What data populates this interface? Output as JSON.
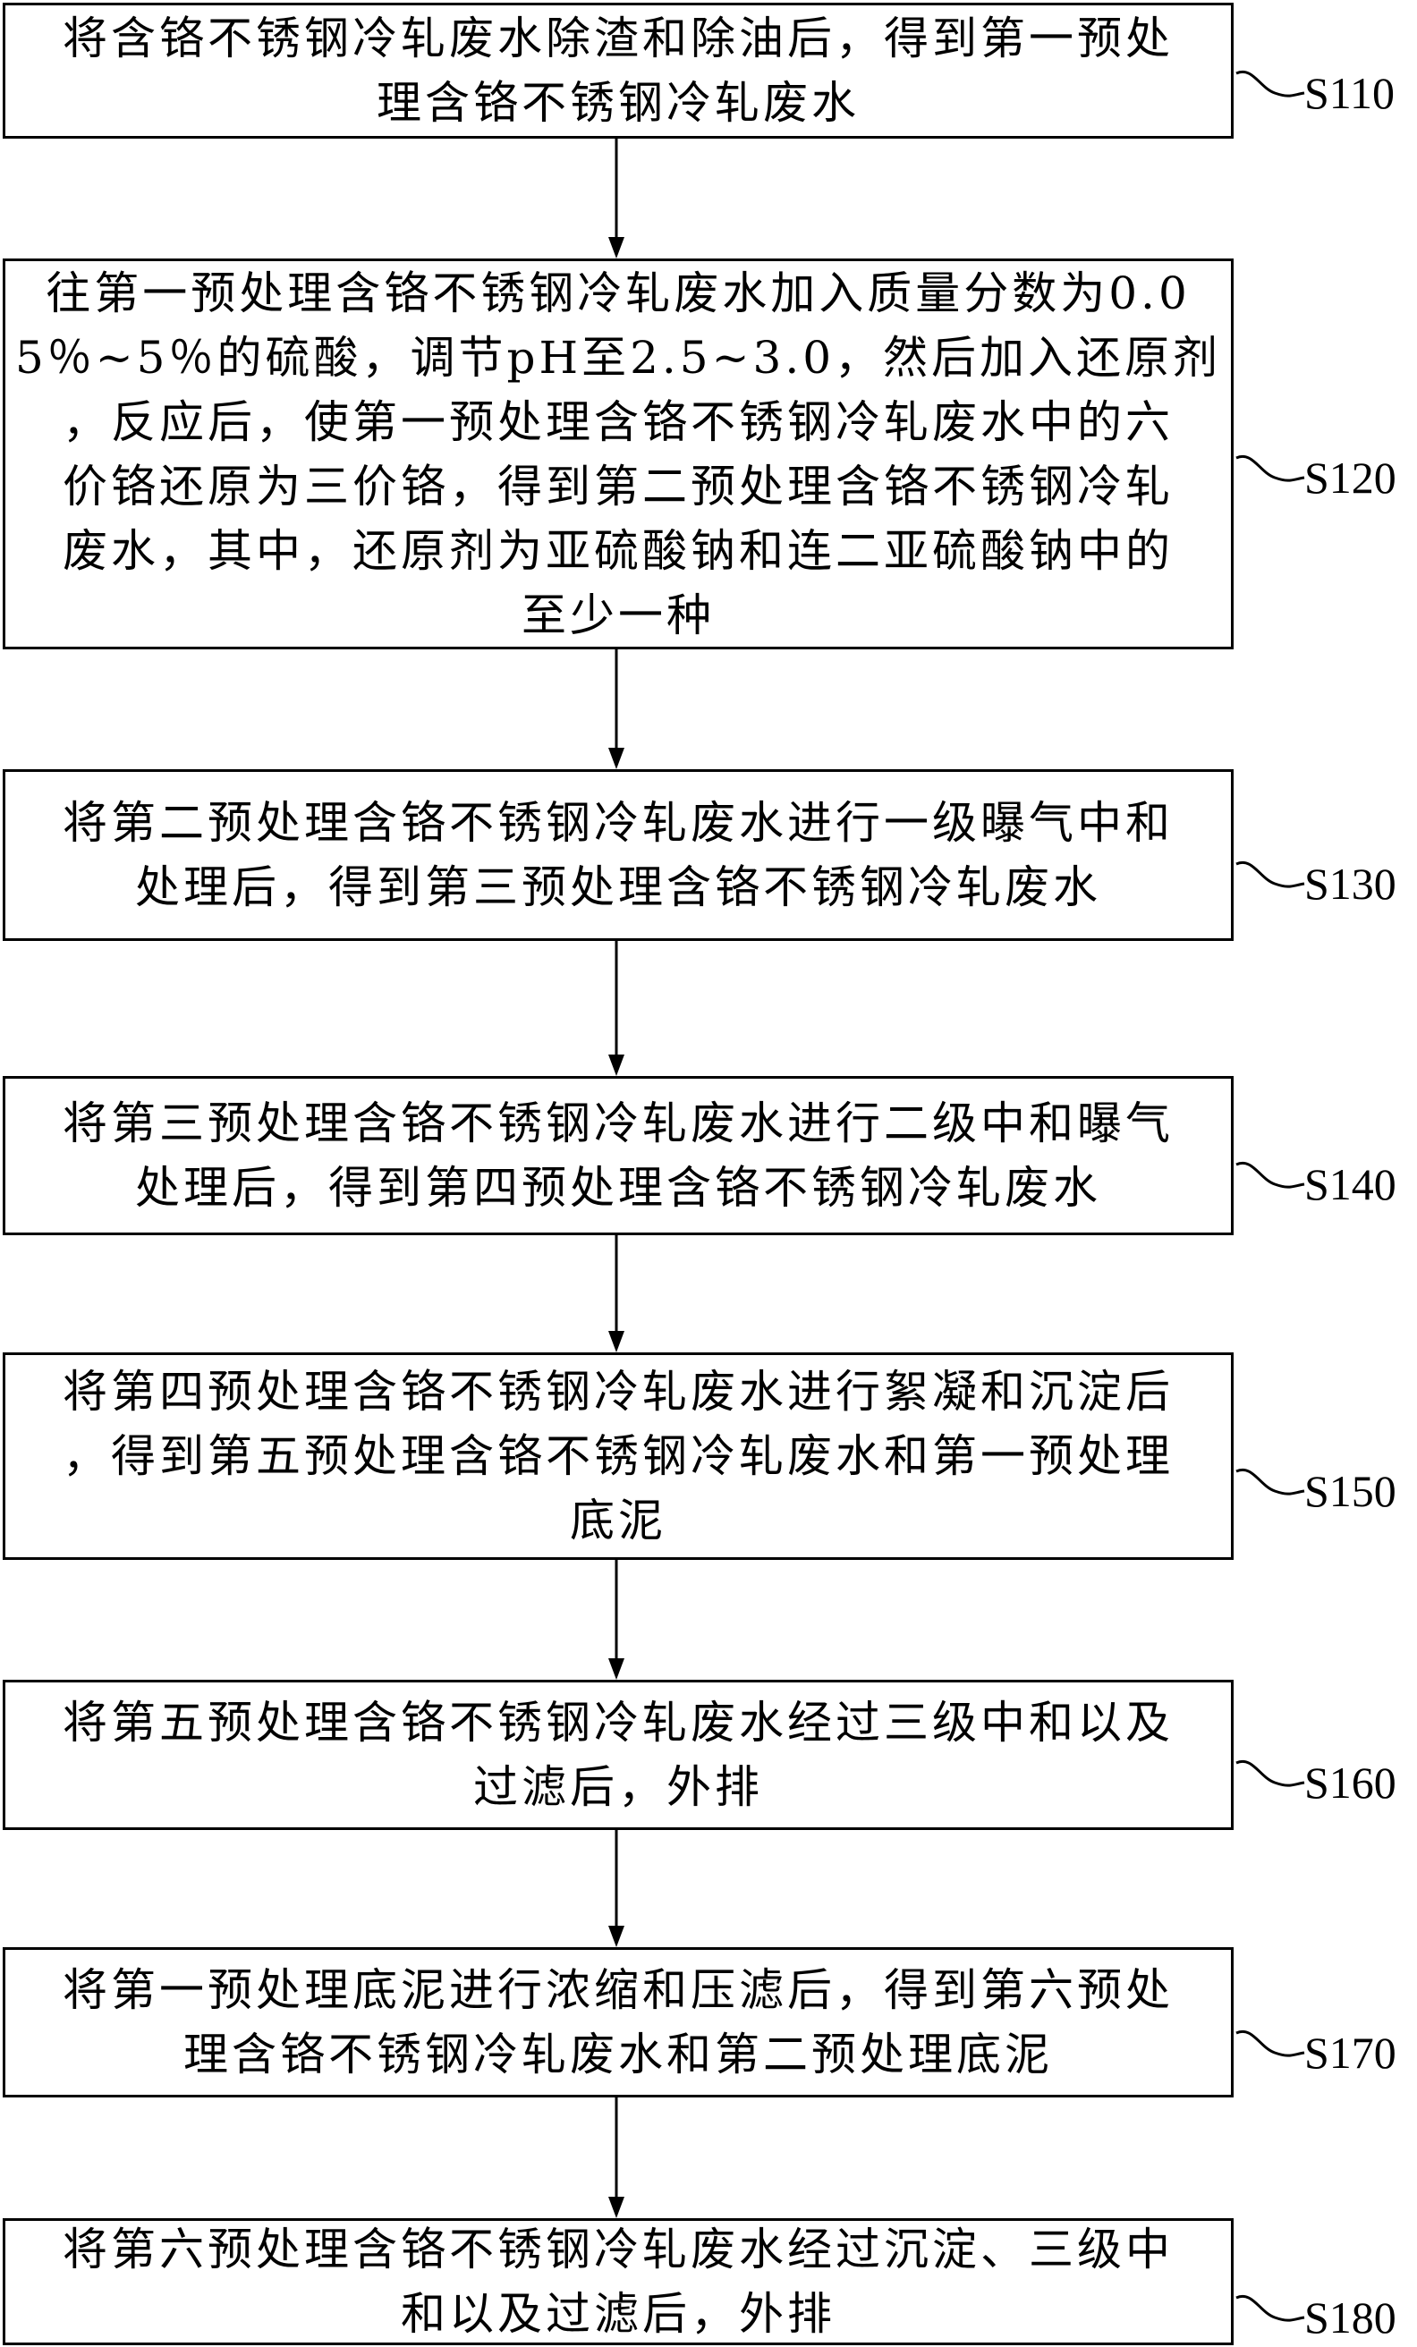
{
  "steps": [
    {
      "id": "S110",
      "lines": [
        "将含铬不锈钢冷轧废水除渣和除油后，得到第一预处",
        "理含铬不锈钢冷轧废水"
      ]
    },
    {
      "id": "S120",
      "lines": [
        "往第一预处理含铬不锈钢冷轧废水加入质量分数为0.0",
        "5％~5％的硫酸，调节pH至2.5~3.0，然后加入还原剂",
        "，反应后，使第一预处理含铬不锈钢冷轧废水中的六",
        "价铬还原为三价铬，得到第二预处理含铬不锈钢冷轧",
        "废水，其中，还原剂为亚硫酸钠和连二亚硫酸钠中的",
        "至少一种"
      ]
    },
    {
      "id": "S130",
      "lines": [
        "将第二预处理含铬不锈钢冷轧废水进行一级曝气中和",
        "处理后，得到第三预处理含铬不锈钢冷轧废水"
      ]
    },
    {
      "id": "S140",
      "lines": [
        "将第三预处理含铬不锈钢冷轧废水进行二级中和曝气",
        "处理后，得到第四预处理含铬不锈钢冷轧废水"
      ]
    },
    {
      "id": "S150",
      "lines": [
        "将第四预处理含铬不锈钢冷轧废水进行絮凝和沉淀后",
        "，得到第五预处理含铬不锈钢冷轧废水和第一预处理",
        "底泥"
      ]
    },
    {
      "id": "S160",
      "lines": [
        "将第五预处理含铬不锈钢冷轧废水经过三级中和以及",
        "过滤后，外排"
      ]
    },
    {
      "id": "S170",
      "lines": [
        "将第一预处理底泥进行浓缩和压滤后，得到第六预处",
        "理含铬不锈钢冷轧废水和第二预处理底泥"
      ]
    },
    {
      "id": "S180",
      "lines": [
        "将第六预处理含铬不锈钢冷轧废水经过沉淀、三级中",
        "和以及过滤后，外排"
      ]
    }
  ]
}
